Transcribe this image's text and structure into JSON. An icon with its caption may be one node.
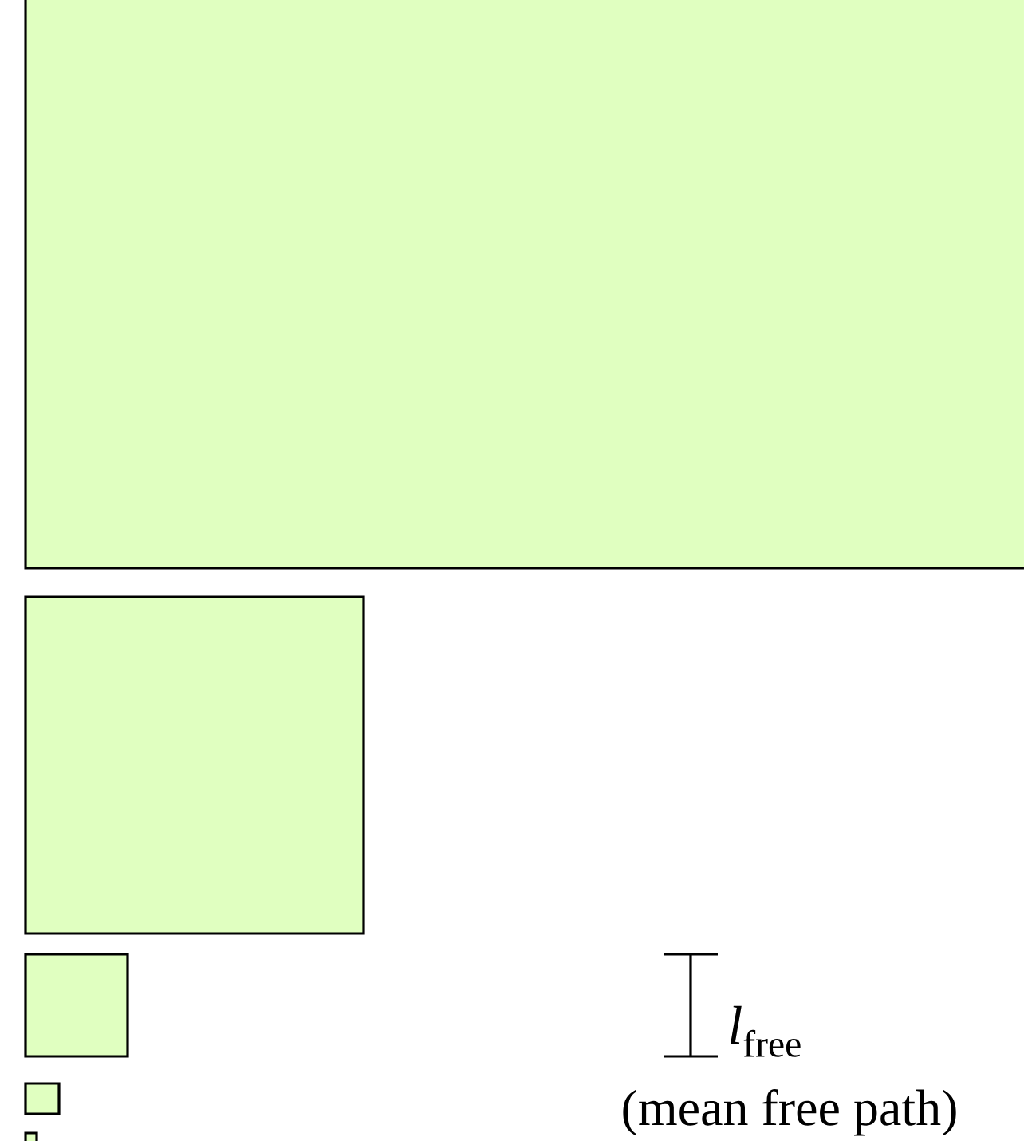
{
  "diagram": {
    "nodes": [
      {
        "text": [],
        "shape": "box"
      },
      {
        "text": [],
        "shape": "box"
      },
      {
        "text": [],
        "shape": "box"
      },
      {
        "text": [],
        "shape": "box"
      },
      {
        "text": [],
        "shape": "box"
      }
    ],
    "labels": [
      "*l*$_{free}$",
      "(mean free path)"
    ]
  }
}
